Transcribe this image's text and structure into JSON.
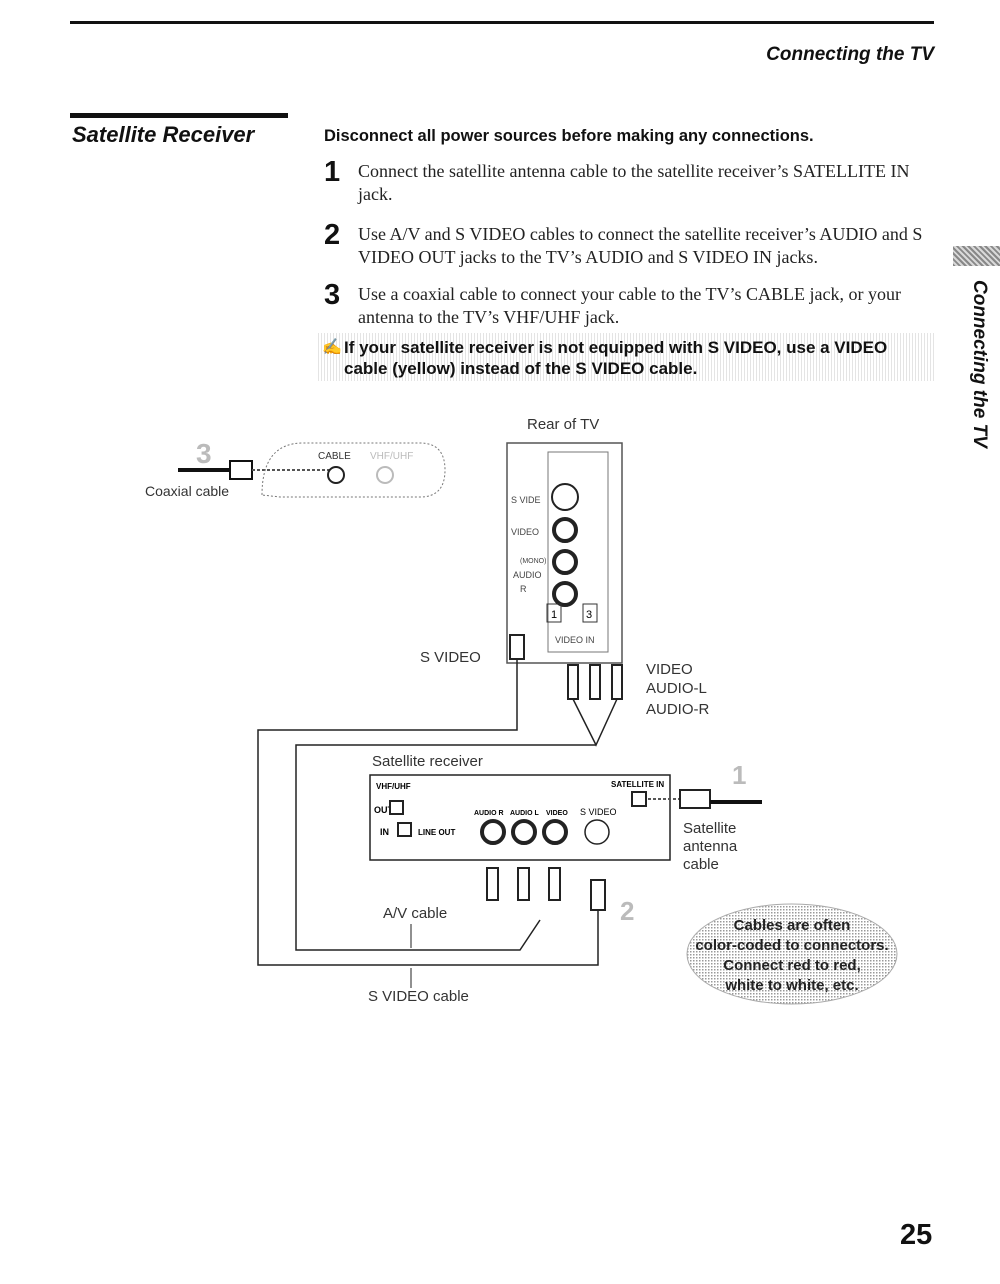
{
  "header": {
    "title": "Connecting the TV"
  },
  "section": {
    "title": "Satellite Receiver"
  },
  "warning": "Disconnect all power sources before making any connections.",
  "steps": [
    {
      "num": "1",
      "text": "Connect the satellite antenna cable to the satellite receiver’s SATELLITE IN jack."
    },
    {
      "num": "2",
      "text": "Use A/V and S VIDEO cables to connect the satellite receiver’s AUDIO and S VIDEO OUT jacks to the TV’s AUDIO and S VIDEO IN jacks."
    },
    {
      "num": "3",
      "text": "Use a coaxial cable to connect your cable to the TV’s CABLE jack, or your antenna to the TV’s VHF/UHF jack."
    }
  ],
  "note": "If your satellite receiver is not equipped with S VIDEO, use a VIDEO cable (yellow) instead of the S VIDEO cable.",
  "side_tab": "Connecting the TV",
  "diagram": {
    "rear_of_tv": "Rear of TV",
    "coax_step": "3",
    "coax_label": "Coaxial cable",
    "cable_jack": "CABLE",
    "vhf_jack": "VHF/UHF",
    "tv_svideo": "S VIDE",
    "tv_video": "VIDEO",
    "tv_mono": "(MONO)",
    "tv_audio": "AUDIO",
    "tv_r": "R",
    "tv_in1": "1",
    "tv_in3": "3",
    "tv_video_in": "VIDEO IN",
    "svideo_label": "S VIDEO",
    "video_label": "VIDEO",
    "audio_l_label": "AUDIO-L",
    "audio_r_label": "AUDIO-R",
    "receiver_label": "Satellite receiver",
    "rx_vhfuhf": "VHF/UHF",
    "rx_sat_in": "SATELLITE IN",
    "rx_out": "OUT",
    "rx_in": "IN",
    "rx_line_out": "LINE OUT",
    "rx_audio_r": "AUDIO R",
    "rx_audio_l": "AUDIO L",
    "rx_video": "VIDEO",
    "rx_svideo": "S VIDEO",
    "step1": "1",
    "antenna_1": "Satellite",
    "antenna_2": "antenna",
    "antenna_3": "cable",
    "step2": "2",
    "av_cable": "A/V cable",
    "svideo_cable": "S VIDEO cable",
    "tip_1": "Cables are often",
    "tip_2": "color-coded to connectors.",
    "tip_3": "Connect red to red,",
    "tip_4": "white to white, etc."
  },
  "page_number": "25"
}
